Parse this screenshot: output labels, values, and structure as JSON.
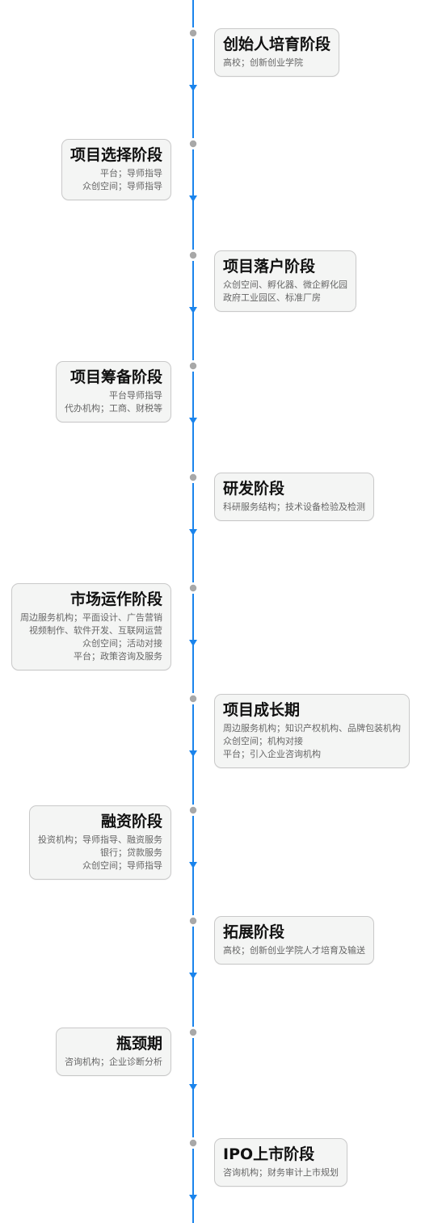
{
  "colors": {
    "axis": "#1a84ec",
    "dot": "#a8a8a8",
    "card_bg": "#f4f5f4",
    "card_border": "#c9c9c9"
  },
  "stages": [
    {
      "title": "创始人培育阶段",
      "lines": [
        "高校；创新创业学院"
      ],
      "side": "right"
    },
    {
      "title": "项目选择阶段",
      "lines": [
        "平台；导师指导",
        "众创空间；导师指导"
      ],
      "side": "left"
    },
    {
      "title": "项目落户阶段",
      "lines": [
        "众创空间、孵化器、微企孵化园",
        "政府工业园区、标准厂房"
      ],
      "side": "right"
    },
    {
      "title": "项目筹备阶段",
      "lines": [
        "平台导师指导",
        "代办机构；工商、财税等"
      ],
      "side": "left"
    },
    {
      "title": "研发阶段",
      "lines": [
        "科研服务结构；技术设备检验及检测"
      ],
      "side": "right"
    },
    {
      "title": "市场运作阶段",
      "lines": [
        "周边服务机构；平面设计、广告营销",
        "视频制作、软件开发、互联网运营",
        "众创空间；活动对接",
        "平台；政策咨询及服务"
      ],
      "side": "left"
    },
    {
      "title": "项目成长期",
      "lines": [
        "周边服务机构；知识产权机构、品牌包装机构",
        "众创空间；机构对接",
        "平台；引入企业咨询机构"
      ],
      "side": "right"
    },
    {
      "title": "融资阶段",
      "lines": [
        "投资机构；导师指导、融资服务",
        "银行；贷款服务",
        "众创空间；导师指导"
      ],
      "side": "left"
    },
    {
      "title": "拓展阶段",
      "lines": [
        "高校；创新创业学院人才培育及输送"
      ],
      "side": "right"
    },
    {
      "title": "瓶颈期",
      "lines": [
        "咨询机构；企业诊断分析"
      ],
      "side": "left"
    },
    {
      "title": "IPO上市阶段",
      "lines": [
        "咨询机构；财务审计上市规划"
      ],
      "side": "right"
    }
  ]
}
